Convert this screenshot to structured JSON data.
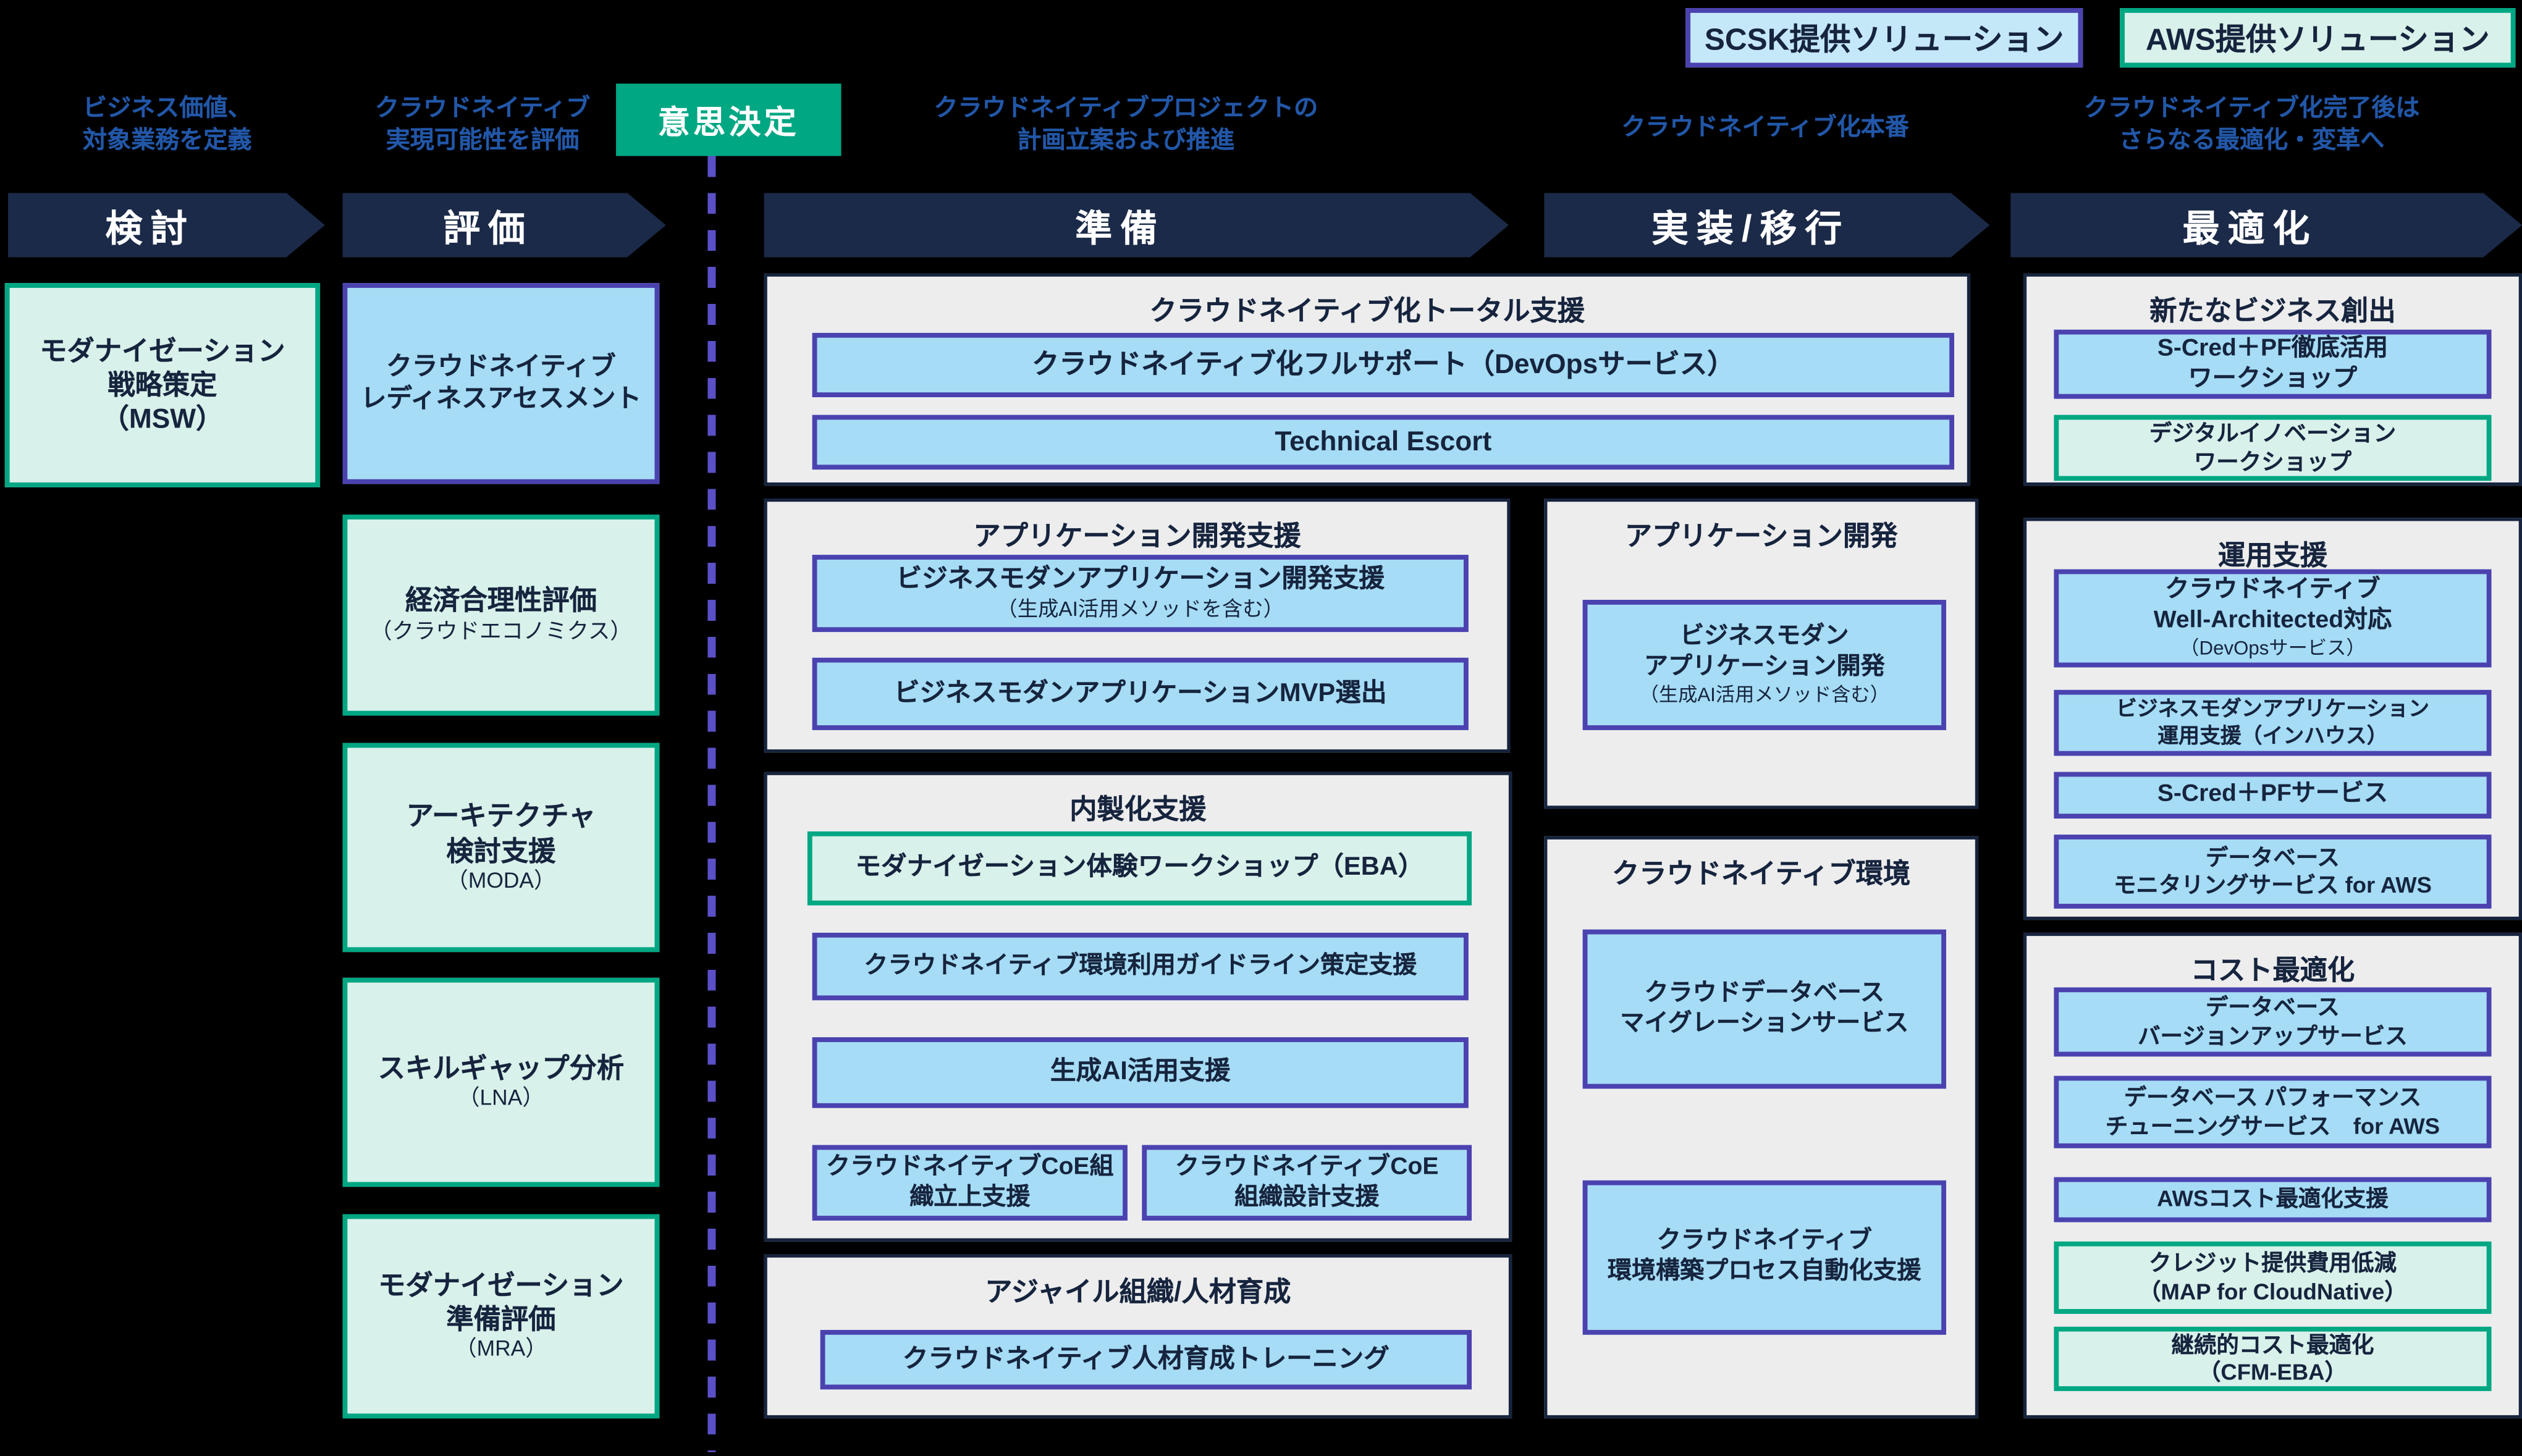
{
  "legend": {
    "scsk": "SCSK提供ソリューション",
    "aws": "AWS提供ソリューション"
  },
  "decision": "意思決定",
  "phases": {
    "consider": {
      "band": "検討",
      "annotation": "ビジネス価値、\n対象業務を定義"
    },
    "evaluate": {
      "band": "評価",
      "annotation": "クラウドネイティブ\n実現可能性を評価"
    },
    "prepare": {
      "band": "準備",
      "annotation": "クラウドネイティブプロジェクトの\n計画立案および推進"
    },
    "implement": {
      "band": "実装/移行",
      "annotation": "クラウドネイティブ化本番"
    },
    "optimize": {
      "band": "最適化",
      "annotation": "クラウドネイティブ化完了後は\nさらなる最適化・変革へ"
    }
  },
  "consider": {
    "msw": "モダナイゼーション\n戦略策定\n（MSW）"
  },
  "evaluate": {
    "readiness": "クラウドネイティブ\nレディネスアセスメント",
    "economics": {
      "label": "経済合理性評価",
      "sub": "（クラウドエコノミクス）"
    },
    "moda": {
      "label": "アーキテクチャ\n検討支援",
      "sub": "（MODA）"
    },
    "lna": {
      "label": "スキルギャップ分析",
      "sub": "（LNA）"
    },
    "mra": {
      "label": "モダナイゼーション\n準備評価",
      "sub": "（MRA）"
    }
  },
  "prepare": {
    "total": {
      "title": "クラウドネイティブ化トータル支援",
      "full_support": "クラウドネイティブ化フルサポート（DevOpsサービス）",
      "technical_escort": "Technical Escort"
    },
    "app_dev": {
      "title": "アプリケーション開発支援",
      "dev_support": {
        "label": "ビジネスモダンアプリケーション開発支援",
        "sub": "（生成AI活用メソッドを含む）"
      },
      "mvp": "ビジネスモダンアプリケーションMVP選出"
    },
    "insourcing": {
      "title": "内製化支援",
      "eba": "モダナイゼーション体験ワークショップ（EBA）",
      "guideline": "クラウドネイティブ環境利用ガイドライン策定支援",
      "genai": "生成AI活用支援",
      "coe_launch": "クラウドネイティブCoE組\n織立上支援",
      "coe_design": "クラウドネイティブCoE\n組織設計支援"
    },
    "agile": {
      "title": "アジャイル組織/人材育成",
      "training": "クラウドネイティブ人材育成トレーニング"
    }
  },
  "implement": {
    "app_dev": {
      "title": "アプリケーション開発",
      "dev": {
        "label": "ビジネスモダン\nアプリケーション開発",
        "sub": "（生成AI活用メソッド含む）"
      }
    },
    "cn_env": {
      "title": "クラウドネイティブ環境",
      "db_migration": "クラウドデータベース\nマイグレーションサービス",
      "process_automation": "クラウドネイティブ\n環境構築プロセス自動化支援"
    }
  },
  "optimize": {
    "new_business": {
      "title": "新たなビジネス創出",
      "scred_ws": "S-Cred＋PF徹底活用\nワークショップ",
      "digital_ws": "デジタルイノベーション\nワークショップ"
    },
    "operation": {
      "title": "運用支援",
      "well_architected": {
        "label": "クラウドネイティブ\nWell-Architected対応",
        "sub": "（DevOpsサービス）"
      },
      "app_ops": "ビジネスモダンアプリケーション\n運用支援（インハウス）",
      "scred_service": "S-Cred＋PFサービス",
      "db_monitoring": "データベース\nモニタリングサービス for AWS"
    },
    "cost": {
      "title": "コスト最適化",
      "db_version_up": "データベース\nバージョンアップサービス",
      "db_tuning": "データベース パフォーマンス\nチューニングサービス　for AWS",
      "aws_cost": "AWSコスト最適化支援",
      "map": "クレジット提供費用低減\n（MAP for CloudNative）",
      "cfm": "継続的コスト最適化\n（CFM-EBA）"
    }
  },
  "colors": {
    "bg": "#000000",
    "band": "#1b2a48",
    "annotation": "#2257a8",
    "decision": "#00a783",
    "dash": "#5b50c8",
    "blue-fill": "#a6dcf5",
    "blue-border": "#4b42b0",
    "teal-fill": "#d8f1ea",
    "teal-border": "#00a783",
    "group-fill": "#ededed",
    "navy": "#16243e",
    "legend-blue-fill": "#c5e8f8"
  }
}
